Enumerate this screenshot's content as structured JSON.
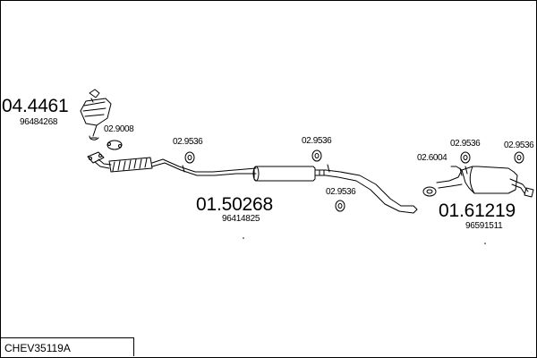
{
  "drawing": {
    "code": "CHEV35119A"
  },
  "parts": {
    "catalyst": {
      "number": "04.4461",
      "oem": "96484268"
    },
    "middle_silencer": {
      "number": "01.50268",
      "oem": "96414825"
    },
    "rear_silencer": {
      "number": "01.61219",
      "oem": "96591511"
    }
  },
  "fittings": {
    "gasket": "02.9008",
    "clamp": "02.6004",
    "rubber_mount": "02.9536"
  }
}
